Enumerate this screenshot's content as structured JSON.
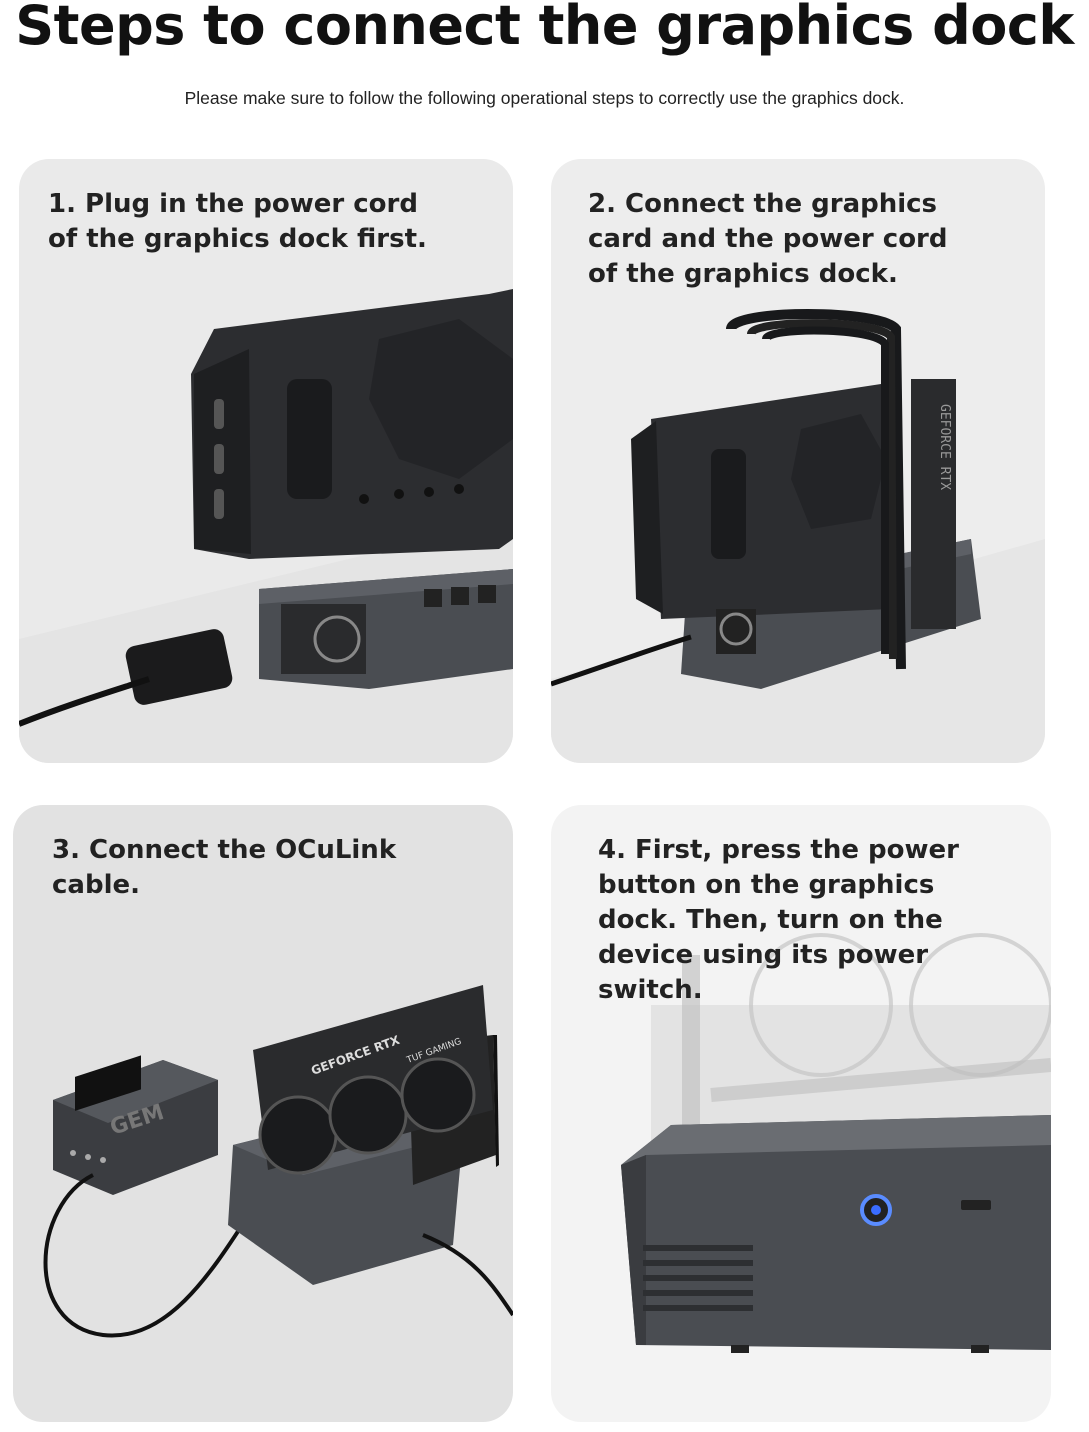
{
  "header": {
    "title": "Steps to connect the graphics dock",
    "subtitle": "Please make sure to follow the following operational steps to correctly use the graphics dock."
  },
  "steps": [
    {
      "lines": [
        "1. Plug in the power cord",
        "of the graphics dock first."
      ]
    },
    {
      "lines": [
        "2. Connect the graphics",
        "card and the power cord",
        "of the graphics dock."
      ]
    },
    {
      "lines": [
        "3. Connect the OCuLink",
        "cable."
      ]
    },
    {
      "lines": [
        "4. First, press the power",
        "button on the graphics",
        "dock. Then, turn on the",
        "device using its power",
        "switch."
      ]
    }
  ],
  "product_labels": {
    "gpu_brand": "GEFORCE RTX",
    "gpu_series": "TUF GAMING",
    "mini_pc_brand": "GEM"
  },
  "colors": {
    "dock_body": "#4a4d52",
    "gpu_body": "#2a2b2d",
    "power_led": "#3a6cff"
  }
}
